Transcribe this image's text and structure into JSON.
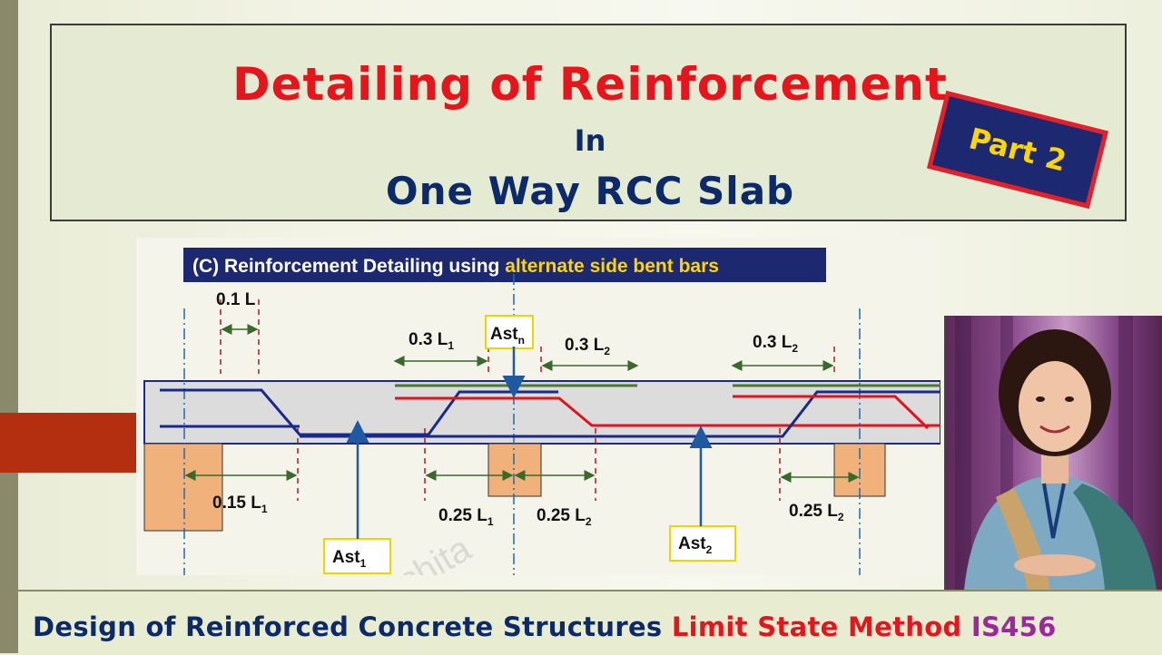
{
  "title": {
    "line1": "Detailing of Reinforcement",
    "line2": "In",
    "line3": "One Way RCC Slab"
  },
  "badge": {
    "label": "Part 2"
  },
  "diagram": {
    "heading_prefix": "(C) Reinforcement Detailing using ",
    "heading_highlight": "alternate side bent bars",
    "labels": {
      "d01L": "0.1 L",
      "d03L1": "0.3 L",
      "d03L1_sub": "1",
      "d03L2a": "0.3 L",
      "d03L2a_sub": "2",
      "d03L2b": "0.3 L",
      "d03L2b_sub": "2",
      "d015L1": "0.15 L",
      "d015L1_sub": "1",
      "d025L1": "0.25 L",
      "d025L1_sub": "1",
      "d025L2a": "0.25 L",
      "d025L2a_sub": "2",
      "d025L2b": "0.25 L",
      "d025L2b_sub": "2",
      "astn": "Ast",
      "astn_sub": "n",
      "ast1": "Ast",
      "ast1_sub": "1",
      "ast2": "Ast",
      "ast2_sub": "2"
    },
    "watermark": "Dr Suchita"
  },
  "footer": {
    "part1": "Design of Reinforced Concrete Structures ",
    "part2": "Limit State Method ",
    "part3": "IS456"
  },
  "colors": {
    "title_red": "#e8141c",
    "title_navy": "#0c2a6a",
    "badge_bg": "#1c2870",
    "badge_text": "#ffd500",
    "rebar_blue": "#1a2a8a",
    "rebar_red": "#e0141c",
    "dim_green": "#3a6a2a",
    "support": "#f0b27a"
  }
}
